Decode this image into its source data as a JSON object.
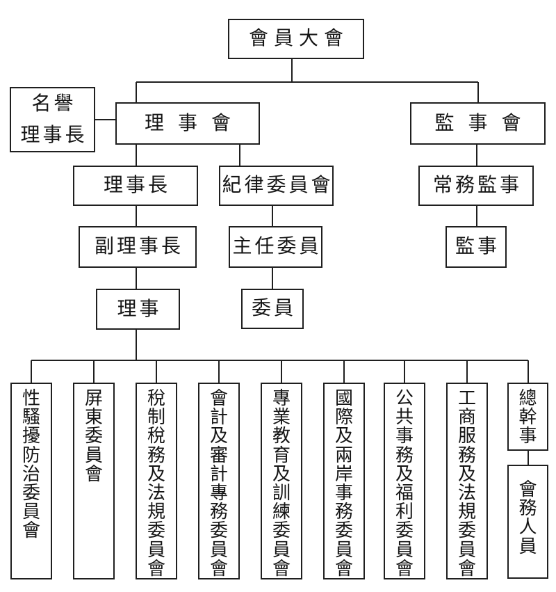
{
  "diagram": {
    "type": "org-chart",
    "colors": {
      "background": "#ffffff",
      "line": "#1f1f1f",
      "text": "#151515"
    },
    "nodes": {
      "member_assembly": {
        "label": "會員大會"
      },
      "honorary_chairman": {
        "label": "名譽理事長",
        "lines": [
          "名譽",
          "理事長"
        ]
      },
      "board_of_directors": {
        "label": "理事會"
      },
      "supervisory_board": {
        "label": "監事會"
      },
      "chairman": {
        "label": "理事長"
      },
      "discipline_committee": {
        "label": "紀律委員會"
      },
      "standing_supervisor": {
        "label": "常務監事"
      },
      "supervisor": {
        "label": "監事"
      },
      "vice_chairman": {
        "label": "副理事長"
      },
      "director": {
        "label": "理事"
      },
      "chief_commissioner": {
        "label": "主任委員"
      },
      "commissioner": {
        "label": "委員"
      },
      "secretary_general": {
        "label": "總幹事"
      },
      "association_staff": {
        "label": "會務人員"
      }
    },
    "committees": [
      "性騷擾防治委員會",
      "屏東委員會",
      "稅制稅務及法規委員會",
      "會計及審計專務委員會",
      "專業教育及訓練委員會",
      "國際及兩岸事務委員會",
      "公共事務及福利委員會",
      "工商服務及法規委員會"
    ]
  }
}
